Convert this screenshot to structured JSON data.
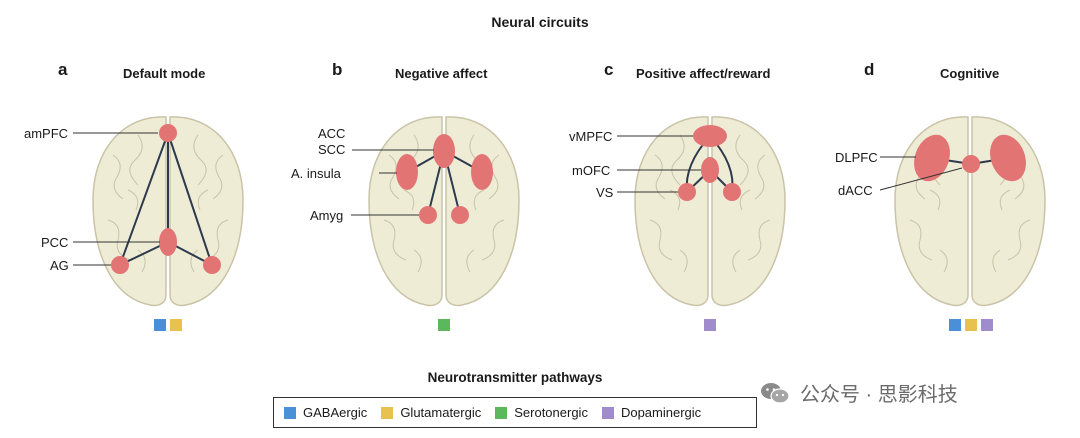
{
  "title": "Neural circuits",
  "panels": [
    {
      "letter": "a",
      "title": "Default mode",
      "regions": [
        "amPFC",
        "PCC",
        "AG"
      ]
    },
    {
      "letter": "b",
      "title": "Negative affect",
      "regions": [
        "ACC",
        "SCC",
        "A. insula",
        "Amyg"
      ]
    },
    {
      "letter": "c",
      "title": "Positive affect/reward",
      "regions": [
        "vMPFC",
        "mOFC",
        "VS"
      ]
    },
    {
      "letter": "d",
      "title": "Cognitive",
      "regions": [
        "DLPFC",
        "dACC"
      ]
    }
  ],
  "legend": {
    "title": "Neurotransmitter pathways",
    "items": [
      {
        "label": "GABAergic",
        "color": "#4a90d9"
      },
      {
        "label": "Glutamatergic",
        "color": "#e8c24e"
      },
      {
        "label": "Serotonergic",
        "color": "#5cb85c"
      },
      {
        "label": "Dopaminergic",
        "color": "#a08ccc"
      }
    ]
  },
  "colors": {
    "brain_fill": "#efecd6",
    "brain_stroke": "#c9c4a8",
    "region": "#e27474",
    "connection": "#2d3a4d"
  },
  "watermark": "公众号 · 思影科技"
}
